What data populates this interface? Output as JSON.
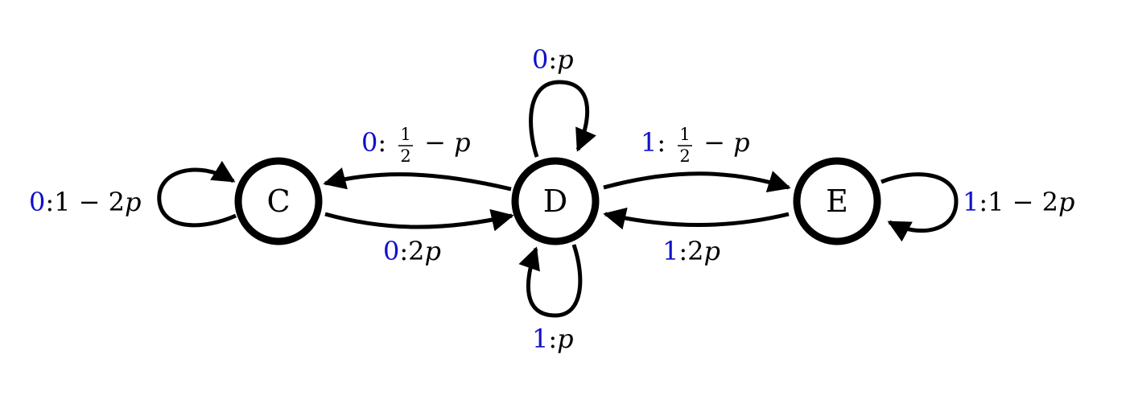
{
  "nodes": [
    {
      "id": "C",
      "label": "C"
    },
    {
      "id": "D",
      "label": "D"
    },
    {
      "id": "E",
      "label": "E"
    }
  ],
  "edges": [
    {
      "from": "C",
      "to": "C",
      "symbol": "0",
      "prob": "1 − 2",
      "var": "p"
    },
    {
      "from": "D",
      "to": "C",
      "symbol": "0",
      "frac_num": "1",
      "frac_den": "2",
      "rest": " − ",
      "var": "p"
    },
    {
      "from": "C",
      "to": "D",
      "symbol": "0",
      "prob": "2",
      "var": "p"
    },
    {
      "from": "D",
      "to": "D",
      "symbol": "0",
      "prob": "",
      "var": "p"
    },
    {
      "from": "D",
      "to": "D",
      "symbol": "1",
      "prob": "",
      "var": "p"
    },
    {
      "from": "D",
      "to": "E",
      "symbol": "1",
      "frac_num": "1",
      "frac_den": "2",
      "rest": " − ",
      "var": "p"
    },
    {
      "from": "E",
      "to": "D",
      "symbol": "1",
      "prob": "2",
      "var": "p"
    },
    {
      "from": "E",
      "to": "E",
      "symbol": "1",
      "prob": "1 − 2",
      "var": "p"
    }
  ],
  "separator": ":"
}
